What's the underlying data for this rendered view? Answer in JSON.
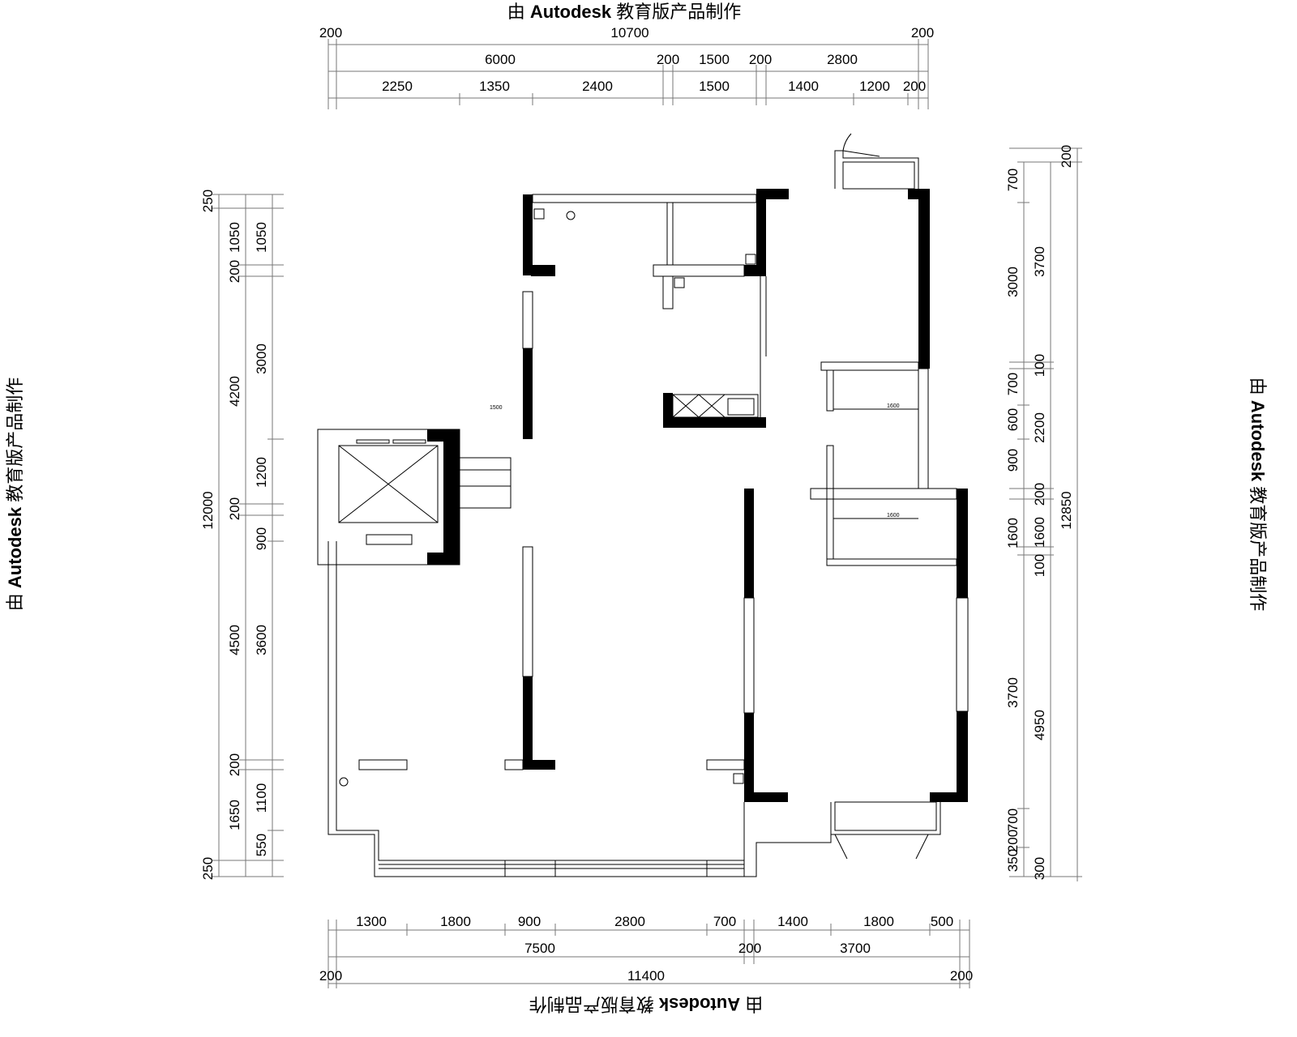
{
  "watermark": {
    "prefix": "由",
    "brand": "Autodesk",
    "suffix": "教育版产品制作"
  },
  "dims": {
    "top": {
      "row1": [
        "200",
        "10700",
        "200"
      ],
      "row2": [
        "6000",
        "200",
        "1500",
        "200",
        "2800"
      ],
      "row3": [
        "2250",
        "1350",
        "2400",
        "1500",
        "1400",
        "1200",
        "200"
      ]
    },
    "bottom": {
      "row1": [
        "1300",
        "1800",
        "900",
        "2800",
        "700",
        "1400",
        "1800",
        "500"
      ],
      "row2": [
        "7500",
        "200",
        "3700"
      ],
      "row3": [
        "200",
        "11400",
        "200"
      ]
    },
    "left": {
      "outer": [
        "250",
        "12000",
        "250"
      ],
      "middle": [
        "1050",
        "200",
        "4200",
        "200",
        "4500",
        "200",
        "1650"
      ],
      "inner": [
        "1050",
        "3000",
        "1200",
        "900",
        "3600",
        "1100",
        "550"
      ]
    },
    "right": {
      "inner": [
        "700",
        "3000",
        "700",
        "600",
        "900",
        "1600",
        "3700",
        "700",
        "200",
        "350"
      ],
      "middle": [
        "3700",
        "100",
        "2200",
        "200",
        "1600",
        "100",
        "4950",
        "300"
      ],
      "outer": [
        "200",
        "12850"
      ]
    }
  },
  "plan_labels": [
    "1500",
    "1600",
    "1600"
  ]
}
